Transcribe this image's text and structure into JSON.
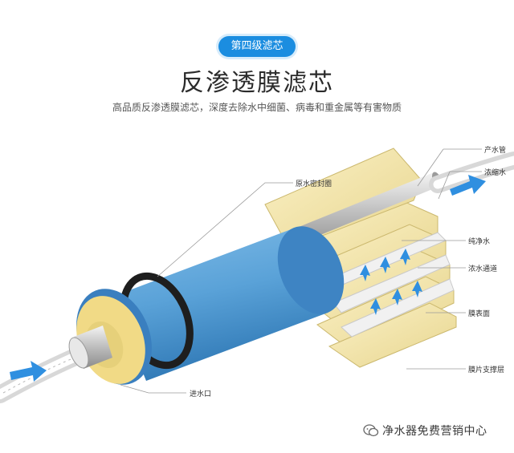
{
  "stage_badge": "第四级滤芯",
  "title": "反渗透膜滤芯",
  "subtitle": "高品质反渗透膜滤芯，深度去除水中细菌、病毒和重金属等有害物质",
  "callouts": {
    "product_tube": "产水管",
    "concentrate": "浓缩水",
    "inlet_seal": "原水密封圈",
    "pure_water": "纯净水",
    "concentrate_channel": "浓水通道",
    "membrane_surface": "膜表面",
    "membrane_support": "膜片支撑层",
    "water_inlet": "进水口"
  },
  "watermark": "净水器免费营销中心",
  "colors": {
    "badge": "#1b8de0",
    "cartridge": "#5aa2d8",
    "membrane": "#f3e3a1",
    "arrow": "#2f8fe0"
  }
}
